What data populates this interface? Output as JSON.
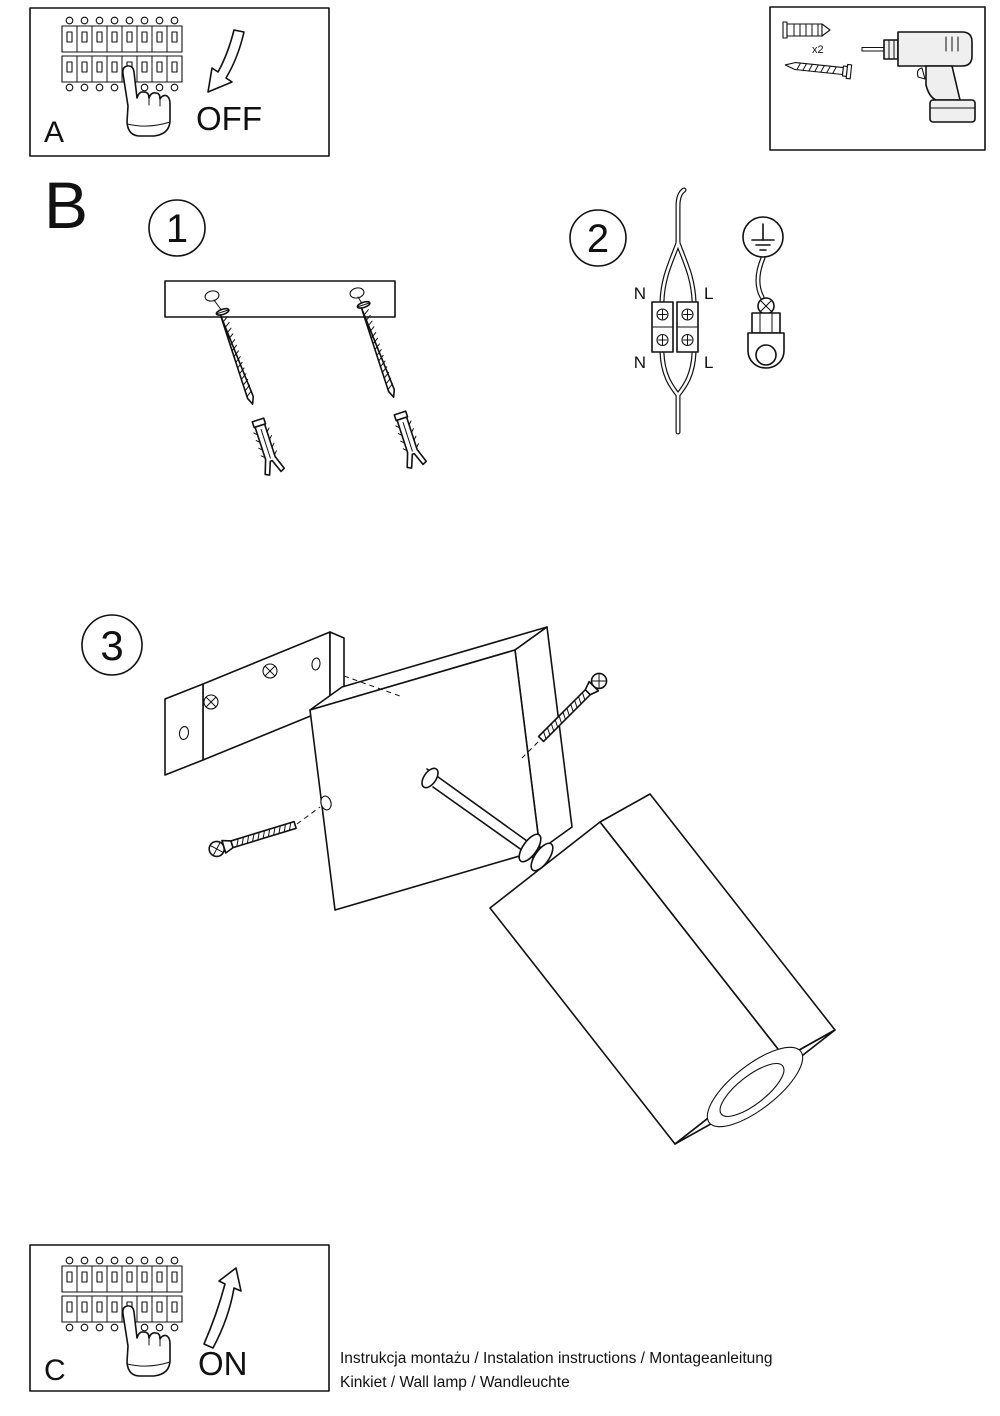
{
  "document": {
    "background": "#ffffff",
    "ink": "#111111"
  },
  "panel_a": {
    "label": "A",
    "switch_state": "OFF"
  },
  "hardware_box": {
    "anchor_count": "x2"
  },
  "section_b": {
    "label": "B",
    "step1": {
      "number": "1"
    },
    "step2": {
      "number": "2",
      "wiring_labels": {
        "n_top": "N",
        "l_top": "L",
        "n_bottom": "N",
        "l_bottom": "L"
      }
    },
    "step3": {
      "number": "3"
    }
  },
  "panel_c": {
    "label": "C",
    "switch_state": "ON"
  },
  "footer": {
    "line1": "Instrukcja montażu / Instalation instructions / Montageanleitung",
    "line2": "Kinkiet  / Wall lamp / Wandleuchte"
  }
}
